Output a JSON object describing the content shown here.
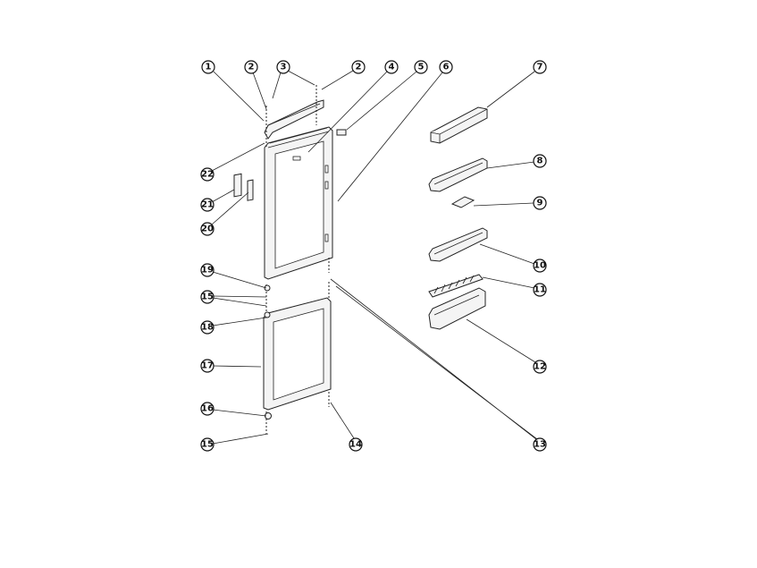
{
  "diagram": {
    "callouts": [
      "1",
      "2",
      "3",
      "2",
      "4",
      "5",
      "6",
      "7",
      "8",
      "9",
      "10",
      "11",
      "12",
      "13",
      "14",
      "15",
      "16",
      "17",
      "18",
      "15",
      "19",
      "20",
      "21",
      "22"
    ],
    "colors": {
      "line": "#222222",
      "background": "#ffffff"
    }
  }
}
